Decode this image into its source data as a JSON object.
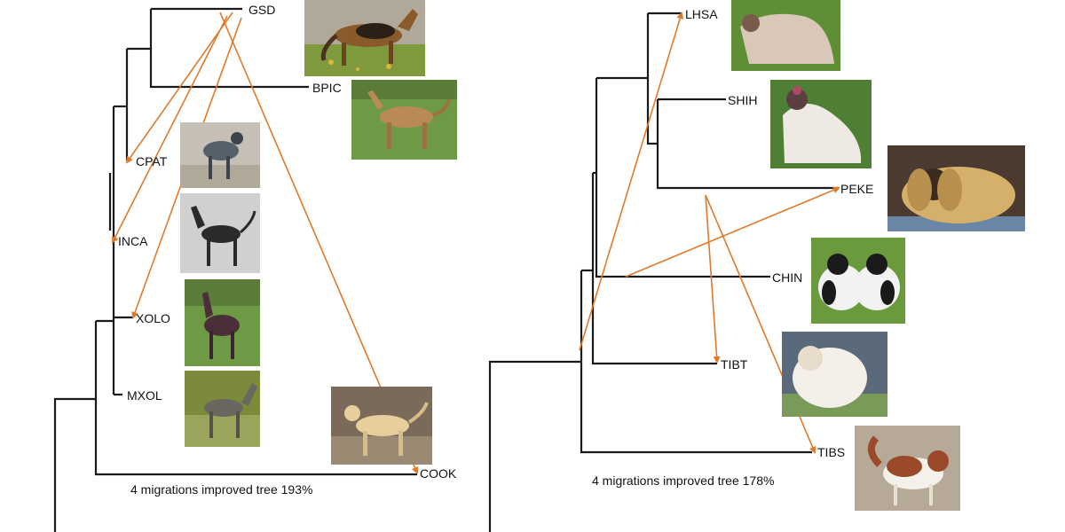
{
  "left_panel": {
    "labels": {
      "gsd": "GSD",
      "bpic": "BPIC",
      "cpat": "CPAT",
      "inca": "INCA",
      "xolo": "XOLO",
      "mxol": "MXOL",
      "cook": "COOK"
    },
    "caption": "4 migrations improved tree 193%"
  },
  "right_panel": {
    "labels": {
      "lhsa": "LHSA",
      "shih": "SHIH",
      "peke": "PEKE",
      "chin": "CHIN",
      "tibt": "TIBT",
      "tibs": "TIBS"
    },
    "caption": "4 migrations improved tree 178%"
  },
  "colors": {
    "tree_line": "#1a1a1a",
    "migration_arrow": "#e07a2a"
  }
}
